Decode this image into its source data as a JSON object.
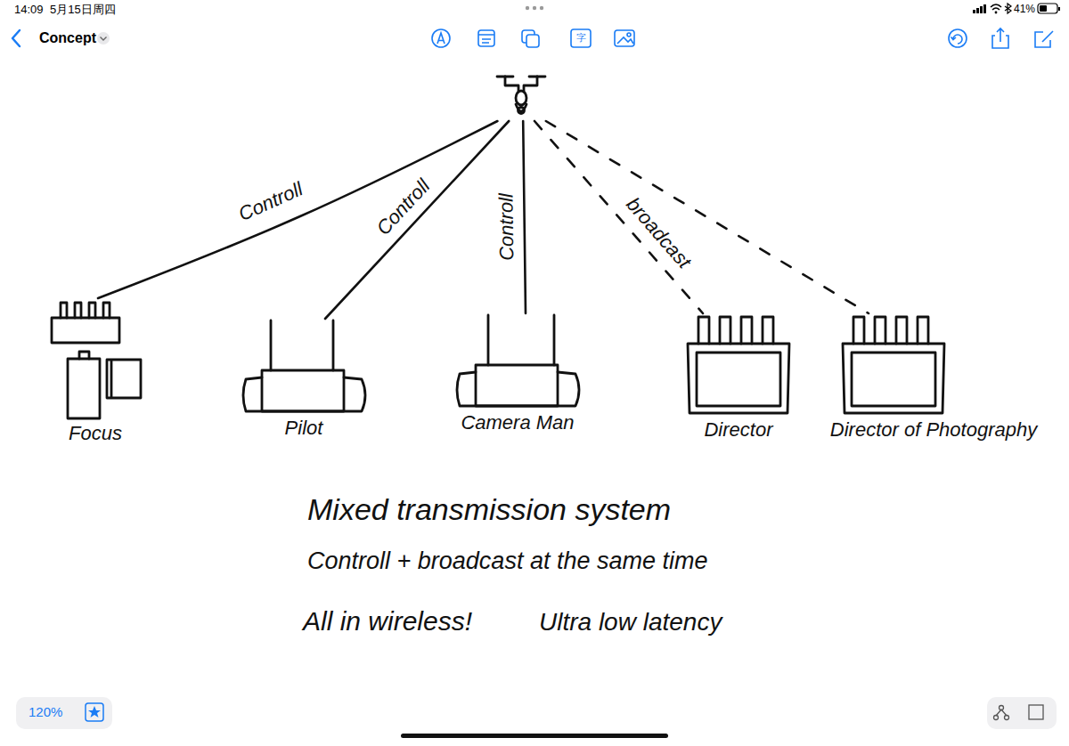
{
  "diagram": {
    "nodes": [
      {
        "text": []
      },
      {
        "text": [
          "Focus"
        ]
      },
      {
        "text": [
          "Pilot"
        ]
      },
      {
        "text": [
          "Camera Man"
        ]
      },
      {
        "text": [
          "Director"
        ]
      },
      {
        "text": [
          "Director of Photography"
        ]
      }
    ],
    "edges": [
      {
        "from": 0,
        "to": 1,
        "arrow": "none",
        "label": "Controll"
      },
      {
        "from": 0,
        "to": 2,
        "arrow": "none",
        "label": "Controll"
      },
      {
        "from": 0,
        "to": 3,
        "arrow": "none",
        "label": "Controll"
      },
      {
        "from": 0,
        "to": 4,
        "arrow": "none",
        "label": "broadcast"
      },
      {
        "from": 0,
        "to": 5,
        "arrow": "none"
      }
    ],
    "labels": [
      "14:09",
      "5月15日周四",
      "41%",
      "Concept",
      "字",
      "120%",
      "Mixed transmission system",
      "Controll + broadcast at the same time",
      "All in wireless!",
      "Ultra low latency"
    ]
  }
}
